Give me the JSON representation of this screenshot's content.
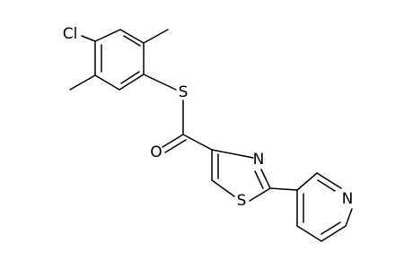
{
  "atoms": {
    "chlorine": "Cl",
    "thioester_sulfur": "S",
    "carbonyl_oxygen": "O",
    "thiazole_nitrogen": "N",
    "thiazole_sulfur": "S",
    "pyridine_nitrogen": "N"
  },
  "colors": {
    "bond": "#000000",
    "background": "#ffffff"
  }
}
